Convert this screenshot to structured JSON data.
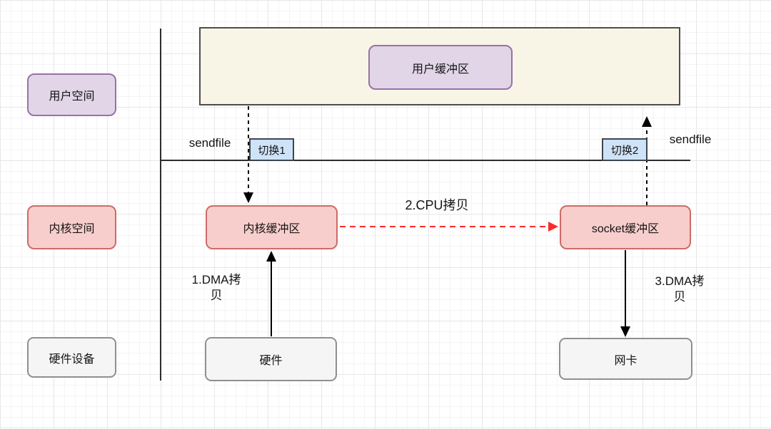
{
  "diagram": {
    "title_context": "sendfile zero-copy flow diagram",
    "lanes": {
      "user_space": "用户空间",
      "kernel_space": "内核空间",
      "hardware_device": "硬件设备"
    },
    "nodes": {
      "user_buffer": "用户缓冲区",
      "kernel_buffer": "内核缓冲区",
      "socket_buffer": "socket缓冲区",
      "hardware": "硬件",
      "nic": "网卡",
      "switch1": "切换1",
      "switch2": "切换2"
    },
    "labels": {
      "sendfile_left": "sendfile",
      "sendfile_right": "sendfile",
      "dma_copy_1": "1.DMA拷\n贝",
      "cpu_copy_2": "2.CPU拷贝",
      "dma_copy_3": "3.DMA拷\n贝"
    },
    "colors": {
      "purple_fill": "#e1d5e7",
      "purple_border": "#9673a6",
      "red_fill": "#f8cecc",
      "red_border": "#cf6a66",
      "gray_fill": "#f5f5f5",
      "gray_border": "#8f8f8f",
      "cream_fill": "#f8f5e7",
      "cream_border": "#4d4d4d",
      "blue_fill": "#cfe3f8",
      "blue_border": "#3c464e",
      "arrow_black": "#000000",
      "arrow_red": "#fb2b2b",
      "line_color": "#2d2d2d",
      "grid_minor": "#f4f4f4",
      "grid_major": "#e7e7e7"
    }
  }
}
